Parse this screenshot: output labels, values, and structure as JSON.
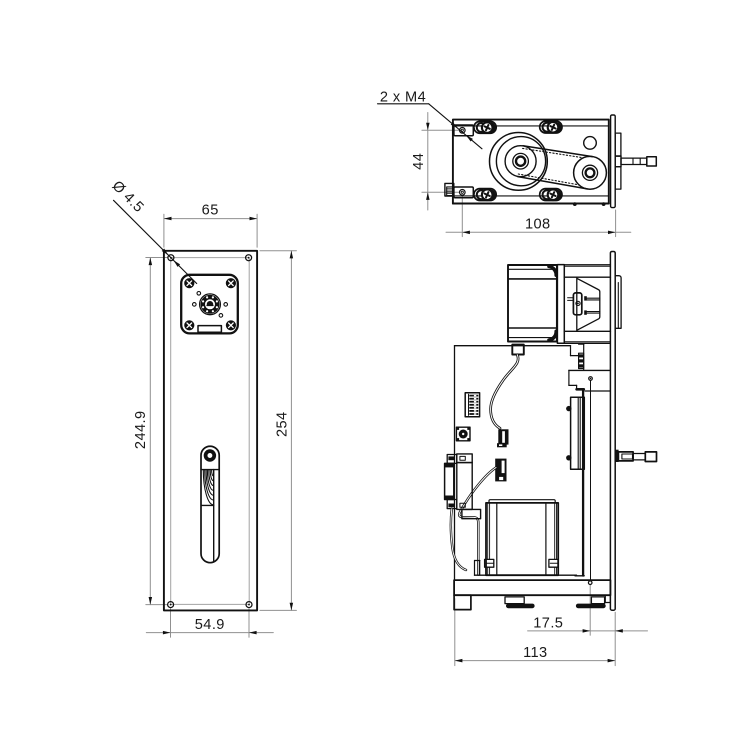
{
  "drawing": {
    "type": "engineering-drawing",
    "views": {
      "front": "front view",
      "top": "top view",
      "side": "side view"
    },
    "colors": {
      "line": "#111111",
      "dimension": "#909090",
      "background": "#ffffff"
    }
  },
  "dimensions": {
    "hole_diameter": "Ø 4.5",
    "panel_width": "65",
    "hole_pitch_vertical": "244.9",
    "panel_height": "254",
    "hole_pitch_horizontal": "54.9",
    "thread_callout": "2 x M4",
    "tab_hole_pitch": "44",
    "body_width": "108",
    "rod_offset": "17.5",
    "base_width": "113"
  }
}
